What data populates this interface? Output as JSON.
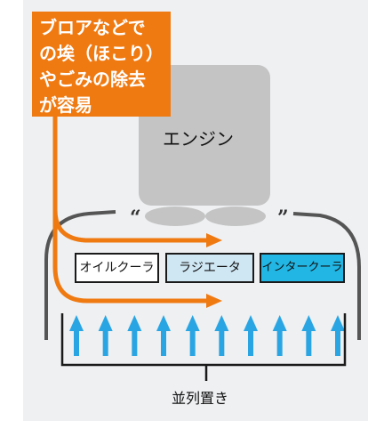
{
  "callout": {
    "lines": [
      "ブロアなどで",
      "の埃（ほこり）",
      "やごみの除去",
      "が容易"
    ]
  },
  "engine": {
    "label": "エンジン"
  },
  "coolers": {
    "oil": "オイルクーラ",
    "radiator": "ラジエータ",
    "intercooler": "インタークーラ"
  },
  "bottom": {
    "label": "並列置き"
  },
  "decor": {
    "left_quote": "“",
    "right_quote": "”"
  },
  "arrows": {
    "count": 10
  },
  "colors": {
    "accent_orange": "#f07a12",
    "arrow_blue": "#2aa5e3",
    "engine_gray": "#c4c4c4",
    "outline": "#555555",
    "panel": "#eef0f2",
    "radiator_fill": "#cfe6f3",
    "intercooler_fill": "#22b6e4"
  }
}
